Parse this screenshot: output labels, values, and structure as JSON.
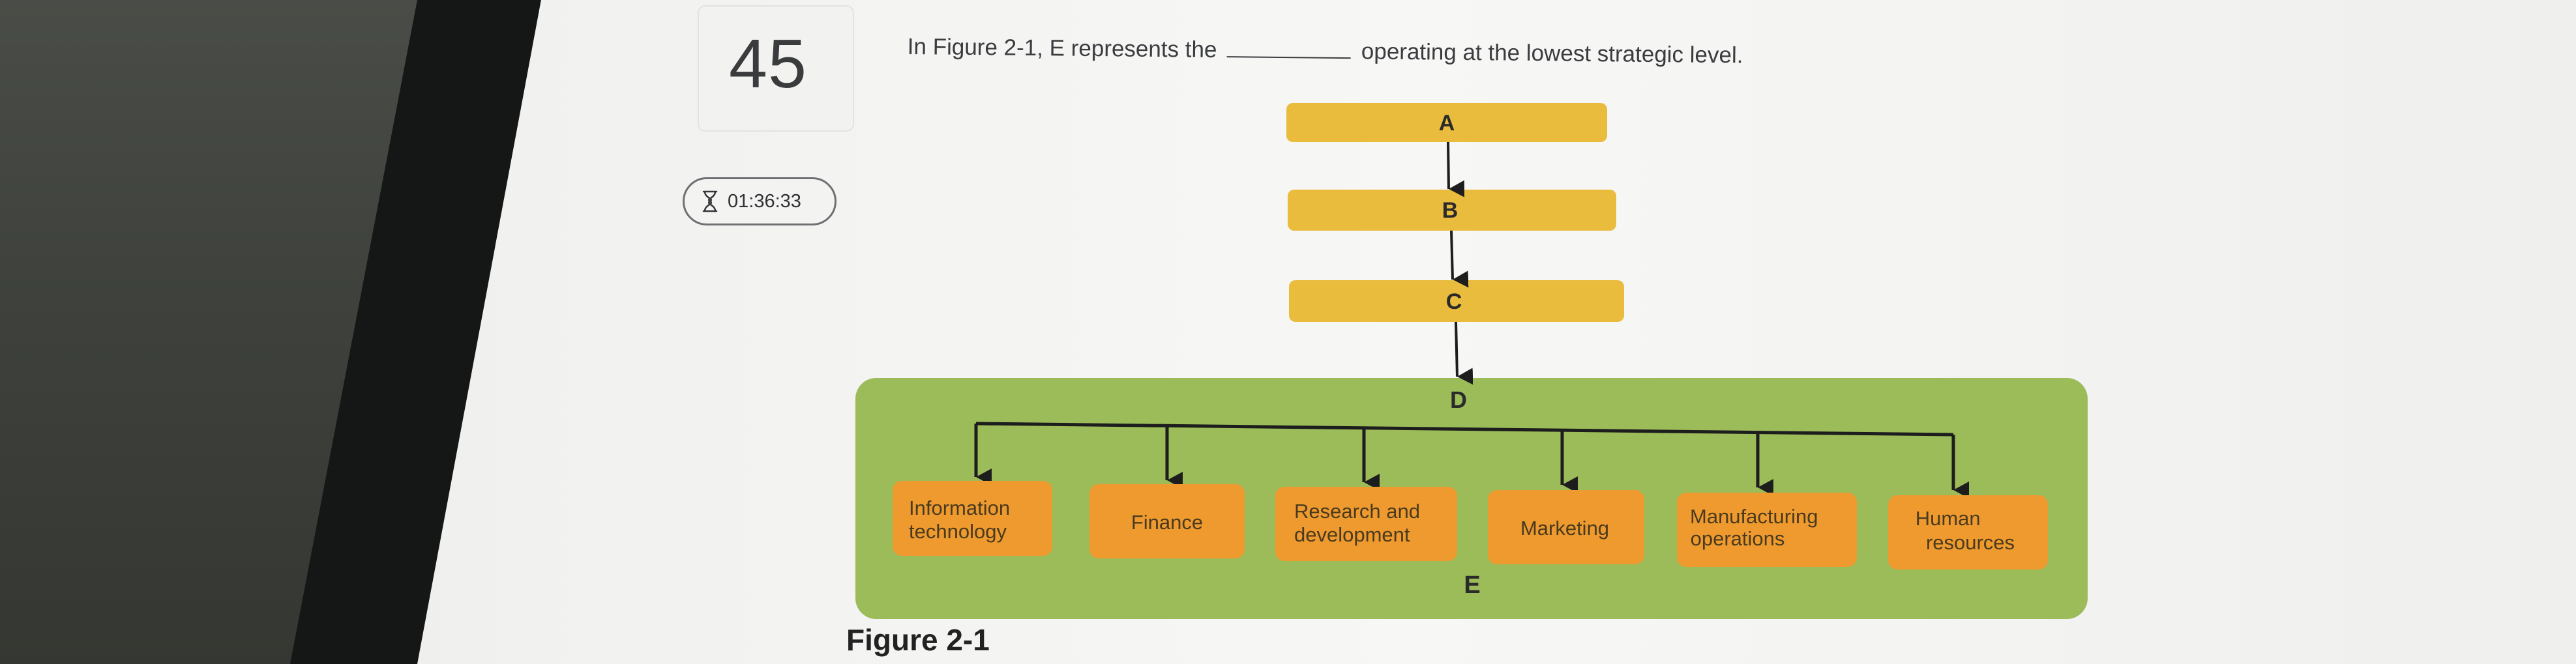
{
  "question": {
    "number": "45",
    "text_before": "In Figure 2-1, E represents the",
    "text_after": "operating at the lowest strategic level.",
    "timer": "01:36:33",
    "timer_icon": "hourglass-icon"
  },
  "figure": {
    "caption": "Figure 2-1",
    "levels": [
      "A",
      "B",
      "C",
      "D",
      "E"
    ],
    "departments": [
      [
        "Information",
        "technology"
      ],
      [
        "Finance"
      ],
      [
        "Research and",
        "development"
      ],
      [
        "Marketing"
      ],
      [
        "Manufacturing",
        "operations"
      ],
      [
        "Human",
        "resources"
      ]
    ],
    "colors": {
      "level_bar": "#e9bc3e",
      "dept_box": "#ee9a2f",
      "panel": "#9cbc5a"
    }
  }
}
